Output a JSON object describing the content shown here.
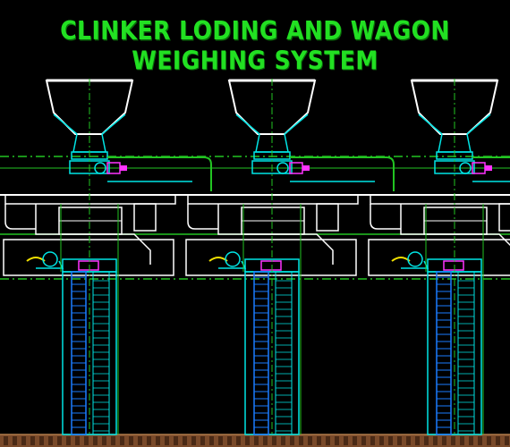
{
  "title": "CLINKER LODING AND WAGON WEIGHING SYSTEM",
  "colors": {
    "background": "#000000",
    "title": "#22e022",
    "structure": "#ffffff",
    "feeder": "#00e5e5",
    "frame": "#22c422",
    "loader_inner": "#1a7cff",
    "accent": "#ff33ff",
    "marker": "#f0e000",
    "rail": "#7a4a2a"
  },
  "units": [
    {
      "name": "loading-unit-1"
    },
    {
      "name": "loading-unit-2"
    },
    {
      "name": "loading-unit-3"
    }
  ]
}
